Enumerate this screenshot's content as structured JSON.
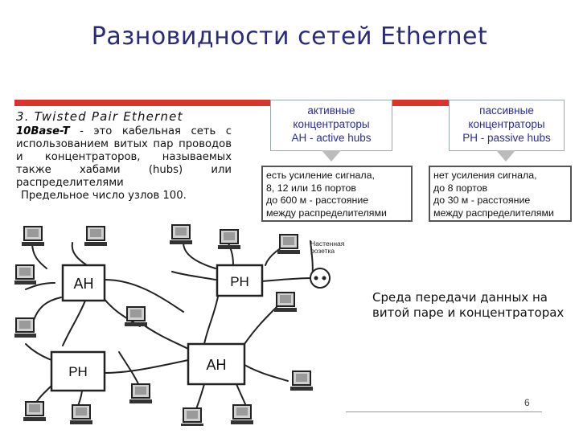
{
  "slide": {
    "title": "Разновидности сетей Ethernet",
    "subtitle": "3.  Twisted  Pair  Ethernet",
    "term": "10Base-T",
    "dash": " - ",
    "description": "это кабельная сеть с использованием витых пар проводов и концентраторов, называемых также хабами (hubs) или распределителями",
    "max_nodes": "Предельное число узлов 100.",
    "medium_caption": "Среда передачи данных на витой паре и концентраторах",
    "page_number": "6",
    "accent_color": "#d8342b"
  },
  "hubs": {
    "active": {
      "header_line1": "активные",
      "header_line2": "концентраторы",
      "header_line3": "AH - active hubs",
      "info_line1": "есть усиление сигнала,",
      "info_line2": "8, 12 или 16 портов",
      "info_line3": "до 600 м  - расстояние",
      "info_line4": "между распределителями"
    },
    "passive": {
      "header_line1": "пассивные",
      "header_line2": "концентраторы",
      "header_line3": "PH - passive hubs",
      "info_line1": "нет усиления сигнала,",
      "info_line2": "до 8 портов",
      "info_line3": "до 30 м  - расстояние",
      "info_line4": "между распределителями"
    }
  },
  "diagram": {
    "socket_label_line1": "Настенная",
    "socket_label_line2": "розетка",
    "hub_ah_1": "AH",
    "hub_ph_1": "PH",
    "hub_ph_2": "PH",
    "hub_ah_2": "AH"
  }
}
